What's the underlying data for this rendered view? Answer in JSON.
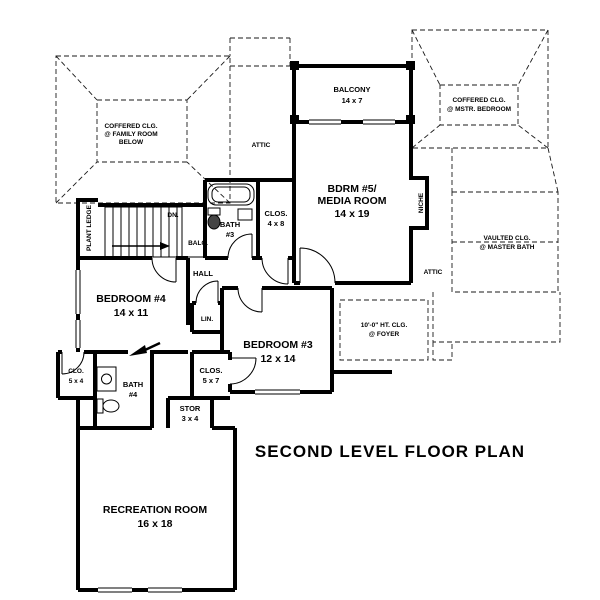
{
  "title": "SECOND LEVEL FLOOR PLAN",
  "rooms": {
    "balcony": [
      "BALCONY",
      "14 x 7"
    ],
    "coffered_family": [
      "COFFERED CLG.",
      "@ FAMILY ROOM",
      "BELOW"
    ],
    "attic_left": [
      "ATTIC"
    ],
    "coffered_master": [
      "COFFERED CLG.",
      "@ MSTR. BEDROOM"
    ],
    "media_room": [
      "BDRM #5/",
      "MEDIA ROOM",
      "14 x 19"
    ],
    "niche": [
      "NICHE"
    ],
    "vaulted_master_bath": [
      "VAULTED CLG.",
      "@ MASTER BATH"
    ],
    "attic_right": [
      "ATTIC"
    ],
    "plant_ledge": [
      "PLANT LEDGE"
    ],
    "dn": [
      "DN."
    ],
    "balc": [
      "BALC."
    ],
    "bath3": [
      "BATH",
      "#3"
    ],
    "clos_4x8": [
      "CLOS.",
      "4 x 8"
    ],
    "hall": [
      "HALL"
    ],
    "bedroom4": [
      "BEDROOM #4",
      "14 x 11"
    ],
    "lin": [
      "LIN."
    ],
    "bedroom3": [
      "BEDROOM #3",
      "12 x 14"
    ],
    "foyer": [
      "10'-0\" HT. CLG.",
      "@ FOYER"
    ],
    "clo_5x4": [
      "CLO.",
      "5 x 4"
    ],
    "bath4": [
      "BATH",
      "#4"
    ],
    "clos_5x7": [
      "CLOS.",
      "5 x 7"
    ],
    "stor": [
      "STOR",
      "3 x 4"
    ],
    "recreation": [
      "RECREATION ROOM",
      "16 x 18"
    ]
  }
}
